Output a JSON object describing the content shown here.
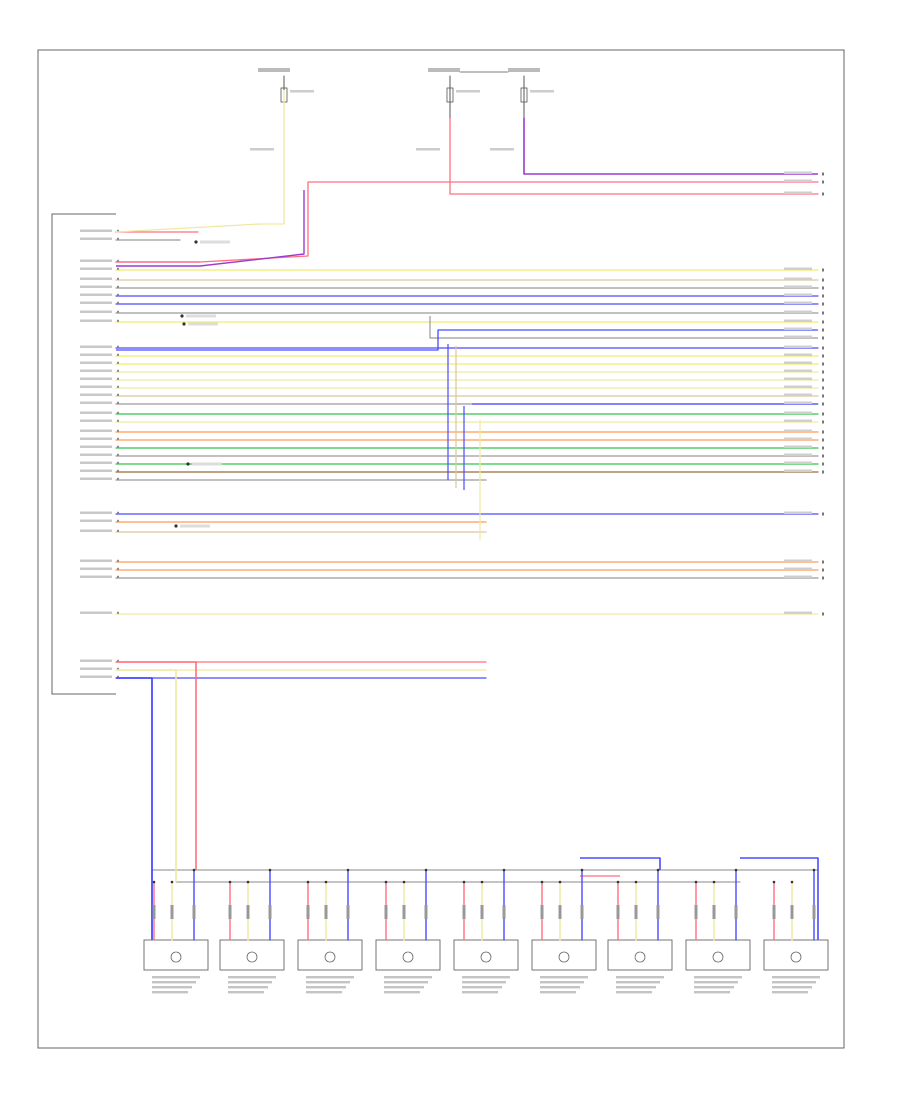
{
  "diagram": {
    "footer_code": "",
    "control_module_label": "",
    "fuse_labels": [
      "",
      "",
      ""
    ],
    "sensor_labels": [
      "",
      "",
      "",
      "",
      "",
      "",
      "",
      "",
      "",
      ""
    ]
  },
  "colors": {
    "red": "#ff6f7f",
    "yellow": "#f2ec6a",
    "pale_yellow": "#efe9a0",
    "gray": "#9a9a9a",
    "tan": "#d9c7a0",
    "blue": "#4b4bff",
    "violet": "#9b3ccf",
    "green": "#35c24a",
    "orange": "#ff9a55",
    "brown": "#9b6b3b",
    "black": "#333333"
  },
  "wires": [
    {
      "key": "w1",
      "color": "red"
    },
    {
      "key": "w2",
      "color": "violet"
    },
    {
      "key": "w3",
      "color": "yellow"
    },
    {
      "key": "w4",
      "color": "gray"
    },
    {
      "key": "w5",
      "color": "tan"
    },
    {
      "key": "w6",
      "color": "blue"
    },
    {
      "key": "w7",
      "color": "gray"
    },
    {
      "key": "w8",
      "color": "yellow"
    },
    {
      "key": "w9",
      "color": "pale_yellow"
    },
    {
      "key": "w10",
      "color": "green"
    },
    {
      "key": "w11",
      "color": "orange"
    },
    {
      "key": "w12",
      "color": "brown"
    }
  ]
}
